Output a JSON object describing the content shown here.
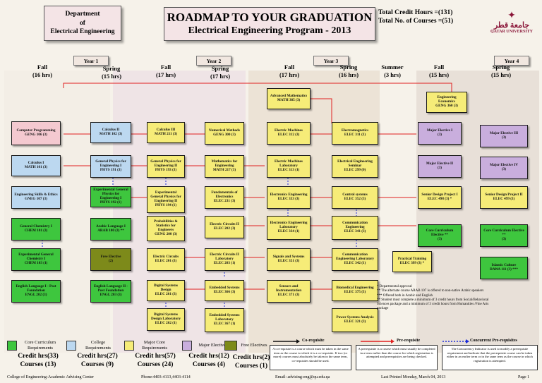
{
  "header": {
    "department": "Department\nof\nElectrical Engineering",
    "title": "ROADMAP TO YOUR GRADUATION",
    "subtitle": "Electrical Engineering Program - 2013",
    "total_hours": "Total Credit Hours =(131)",
    "total_courses": "Total No. of Courses =(51)",
    "logo_arabic": "جامعة قطر",
    "logo_english": "QATAR UNIVERSITY"
  },
  "years": [
    "Year 1",
    "Year 2",
    "Year 3",
    "Year 4"
  ],
  "terms": [
    "Fall\n(16 hrs)",
    "Spring\n(15 hrs)",
    "Fall\n(17 hrs)",
    "Spring\n(17 hrs)",
    "Fall\n(17 hrs)",
    "Spring\n(16 hrs)",
    "Summer\n(3 hrs)",
    "Fall\n(15 hrs)",
    "Spring\n(15 hrs)"
  ],
  "courses": {
    "c0": "Computer Programming\nGENG 106 (3)",
    "c1": "Calculus I\nMATH 101 (3)",
    "c2": "Engineering Skills & Ethics\nGNEG 107 (3)",
    "c3": "General Chemistry I\nCHEM 101 (3)",
    "c4": "Experimental General Chemistry I\nCHEM 103 (1)",
    "c5": "English Language I - Post Foundation\nENGL 202 (3)",
    "c6": "Calculus II\nMATH 102 (3)",
    "c7": "General Physics for Engineering I\nPHYS 191 (3)",
    "c8": "Experimental General Physics for Engineering I\nPHYS 192 (1)",
    "c9": "Arabic Language I\nARAB 100 (3) **",
    "c10": "Free Elective\n(2)",
    "c11": "English Language II - Post Foundation\nENGL 203 (3)",
    "c12": "Calculus III\nMATH 211 (3)",
    "c13": "General Physics for Engineering II\nPHYS 193 (3)",
    "c14": "Experimental General Physics for Engineering II\nPHYS 194 (1)",
    "c15": "Probabilities & Statistics for Engineers\nGENG 200 (3)",
    "c16": "Electric Circuits\nELEC 201 (3)",
    "c17": "Digital Systems Design\nELEC 261 (3)",
    "c18": "Digital Systems Design Laboratory\nELEC 262 (1)",
    "c19": "Numerical Methods\nGENG 300 (3)",
    "c20": "Mathematics for Engineering\nMATH 217 (3)",
    "c21": "Fundamentals of Electronics\nELEC 231 (3)",
    "c22": "Electric Circuits II\nELEC 202 (3)",
    "c23": "Electric Circuits II Laboratory\nELEC 203 (1)",
    "c24": "Embedded Systems\nELEC 366 (3)",
    "c25": "Embedded Systems Laboratory\nELEC 367 (1)",
    "c26": "Advanced Mathematics\nMATH 385 (3)",
    "c27": "Electric Machines\nELEC 312 (3)",
    "c28": "Electric Machines Laboratory\nELEC 313 (1)",
    "c29": "Electronics Engineering\nELEC 333 (3)",
    "c30": "Electronics Engineering Laboratory\nELEC 334 (1)",
    "c31": "Signals and Systems\nELEC 351 (3)",
    "c32": "Sensors and Instrumentation\nELEC 371 (3)",
    "c33": "Electromagnetics\nELEC 311 (3)",
    "c34": "Electrical Engineering Seminar\nELEC 299 (0)",
    "c35": "Control systems\nELEC 352 (3)",
    "c36": "Communication Engineering\nELEC 341 (3)",
    "c37": "Communication Engineering Laboratory\nELEC 342 (1)",
    "c38": "Biomedical Engineering\nELEC 375 (3)",
    "c39": "Power Systems Analysis\nELEC 321 (3)",
    "c40": "Practical Training\nELEC 399 (3) *",
    "c41": "Engineering Economics\nGENG 360 (3)",
    "c42": "Major Elective I\n(3)",
    "c43": "Major Elective II\n(3)",
    "c44": "Senior Design Project I\nELEC 498 (3) *",
    "c45": "Core Curriculum Elective **\n(3)",
    "c46": "Major Elective III\n(3)",
    "c47": "Major Elective IV\n(3)",
    "c48": "Senior Design Project II\nELEC 499 (3)",
    "c49": "Core Curriculum Elective **\n(3)",
    "c50": "Islamic Culture\nDAWA 111 (3) ***"
  },
  "notes": "* Departmental approval\n** The alternate course ARAB 107 is offered to non-native Arabic speakers\n*** Offered both in Arabic and English\n** Student must complete a minimum of 3 credit hours from Social/Behavioral\nSciences package and a minimum of 3 credit hours from Humanities /Fine Arts\npackage",
  "legend": {
    "core": {
      "label": "Core Curriculum\nRequirements",
      "stats": "Credit hrs(33)\nCourses (13)"
    },
    "college": {
      "label": "College\nRequirements",
      "stats": "Credit hrs(27)\nCourses (9)"
    },
    "major_core": {
      "label": "Major Core\nRequirements",
      "stats": "Credit hrs(57)\nCourses (24)"
    },
    "major_electives": {
      "label": "Major Electives",
      "stats": "Credit hrs(12)\nCourses (4)"
    },
    "free_electives": {
      "label": "Free Electives",
      "stats": "Credit hrs(2)\nCourses (1)"
    },
    "co_requisite": {
      "title": "Co-requisite",
      "text": "A co-requisite is a course which must be taken in the same term as the course to which it is a co-requisite. If two (or more) courses must absolutely be taken in the same term, co-requisites should be used."
    },
    "pre_requisite": {
      "title": "Pre-requisite",
      "text": "A prerequisite is a course which must usually be completed in a term earlier than the course for which registration is attempted and prerequisites are being checked."
    },
    "concurrent": {
      "title": "Concurrent Pre-requisites",
      "text": "The Concurrency Indicator is used to modify a prerequisite requirement and indicate that the prerequisite course can be taken either in an earlier term or in the same term as the course in which registration is attempted."
    }
  },
  "footer": {
    "center": "College of Engineering-Academic Advising Center",
    "phone": "Phone:4403-4113,4403-4114",
    "email": "Email: advising-eng@qu.edu.qa",
    "printed": "Last Printed Monday, March 04, 2013",
    "page": "Page 1"
  }
}
